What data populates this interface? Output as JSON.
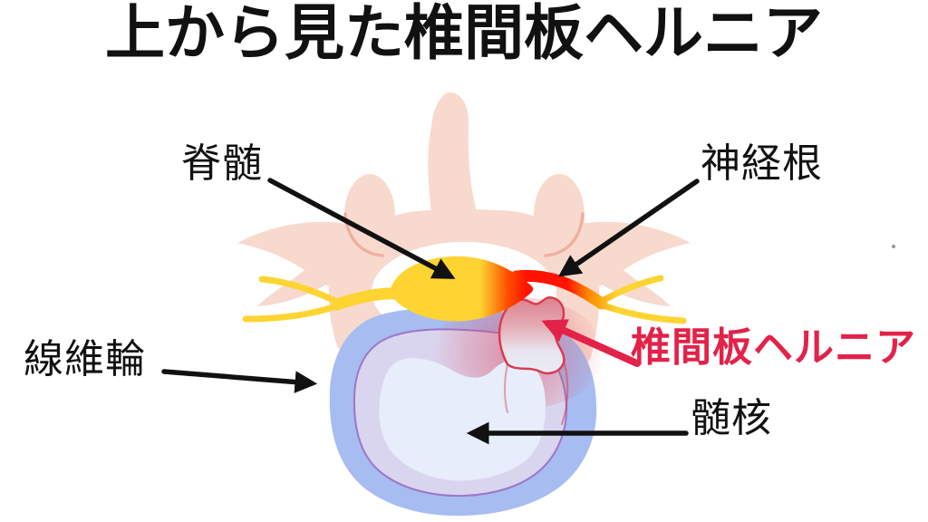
{
  "title": "上から見た椎間板ヘルニア",
  "labels": {
    "spinal_cord": "脊髄",
    "nerve_root": "神経根",
    "annulus_fibrosus": "線維輪",
    "disc_herniation": "椎間板ヘルニア",
    "nucleus_pulposus": "髄核"
  },
  "colors": {
    "page_background": "#FFFFFF",
    "title_text": "#111111",
    "label_text": "#111111",
    "arrow_black": "#111111",
    "herniation_accent": "#E32249",
    "vertebra_pink": "#F8D9CD",
    "vertebra_accent": "#EFAF9F",
    "canal_white": "#FFFFFF",
    "nerve_yellow": "#FDD431",
    "compressed_nerve_red": "#FF1200",
    "annulus_blue": "#A7BCF0",
    "disc_middle_lavender": "#DAD5EF",
    "disc_middle_stroke": "#9C76C9",
    "nucleus_pale": "#E7EDFA",
    "hernia_outline_red": "#D93B52",
    "stray_mark_gray": "#999999"
  }
}
